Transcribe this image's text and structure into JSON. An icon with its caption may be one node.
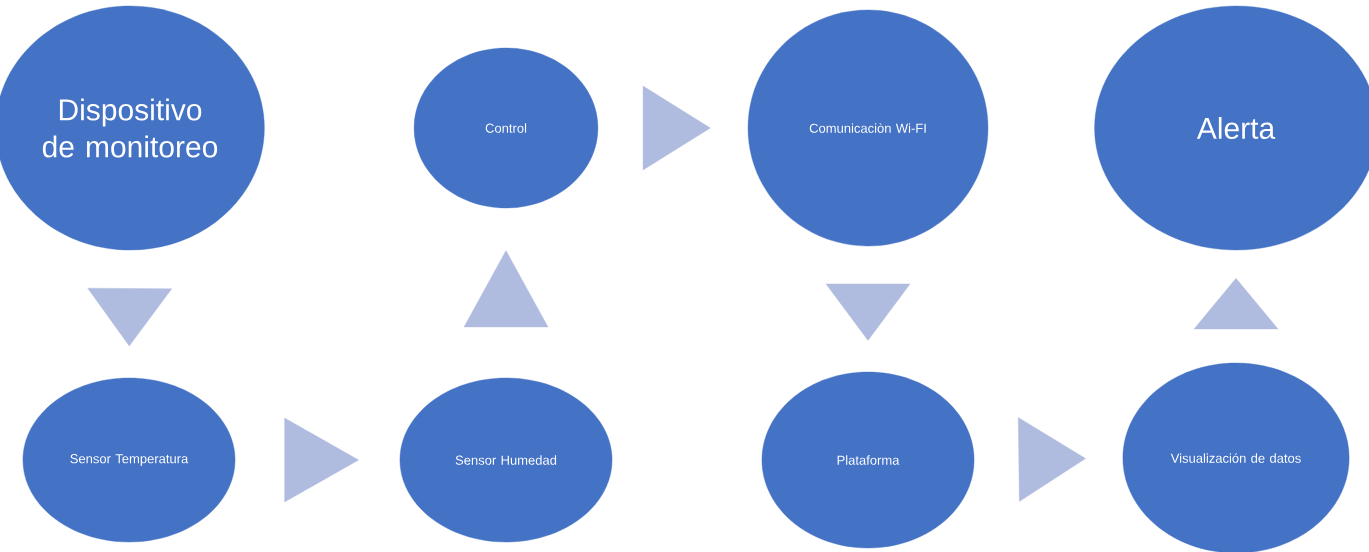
{
  "diagram": {
    "nodes": [
      {
        "text": [
          "Dispositivo de monitoreo"
        ]
      },
      {
        "text": [
          "Sensor Temperatura"
        ]
      },
      {
        "text": [
          "Sensor Humedad"
        ]
      },
      {
        "text": [
          "Control"
        ]
      },
      {
        "text": [
          "Comunicaciòn Wi-FI"
        ]
      },
      {
        "text": [
          "Plataforma"
        ]
      },
      {
        "text": [
          "Visualización de datos"
        ]
      },
      {
        "text": [
          "Alerta"
        ]
      }
    ],
    "edges": [
      {
        "from": 0,
        "to": 1,
        "arrow": "to"
      },
      {
        "from": 1,
        "to": 2,
        "arrow": "to"
      },
      {
        "from": 2,
        "to": 3,
        "arrow": "to"
      },
      {
        "from": 3,
        "to": 4,
        "arrow": "to"
      },
      {
        "from": 4,
        "to": 5,
        "arrow": "to"
      },
      {
        "from": 5,
        "to": 6,
        "arrow": "to"
      },
      {
        "from": 6,
        "to": 7,
        "arrow": "to"
      }
    ]
  }
}
